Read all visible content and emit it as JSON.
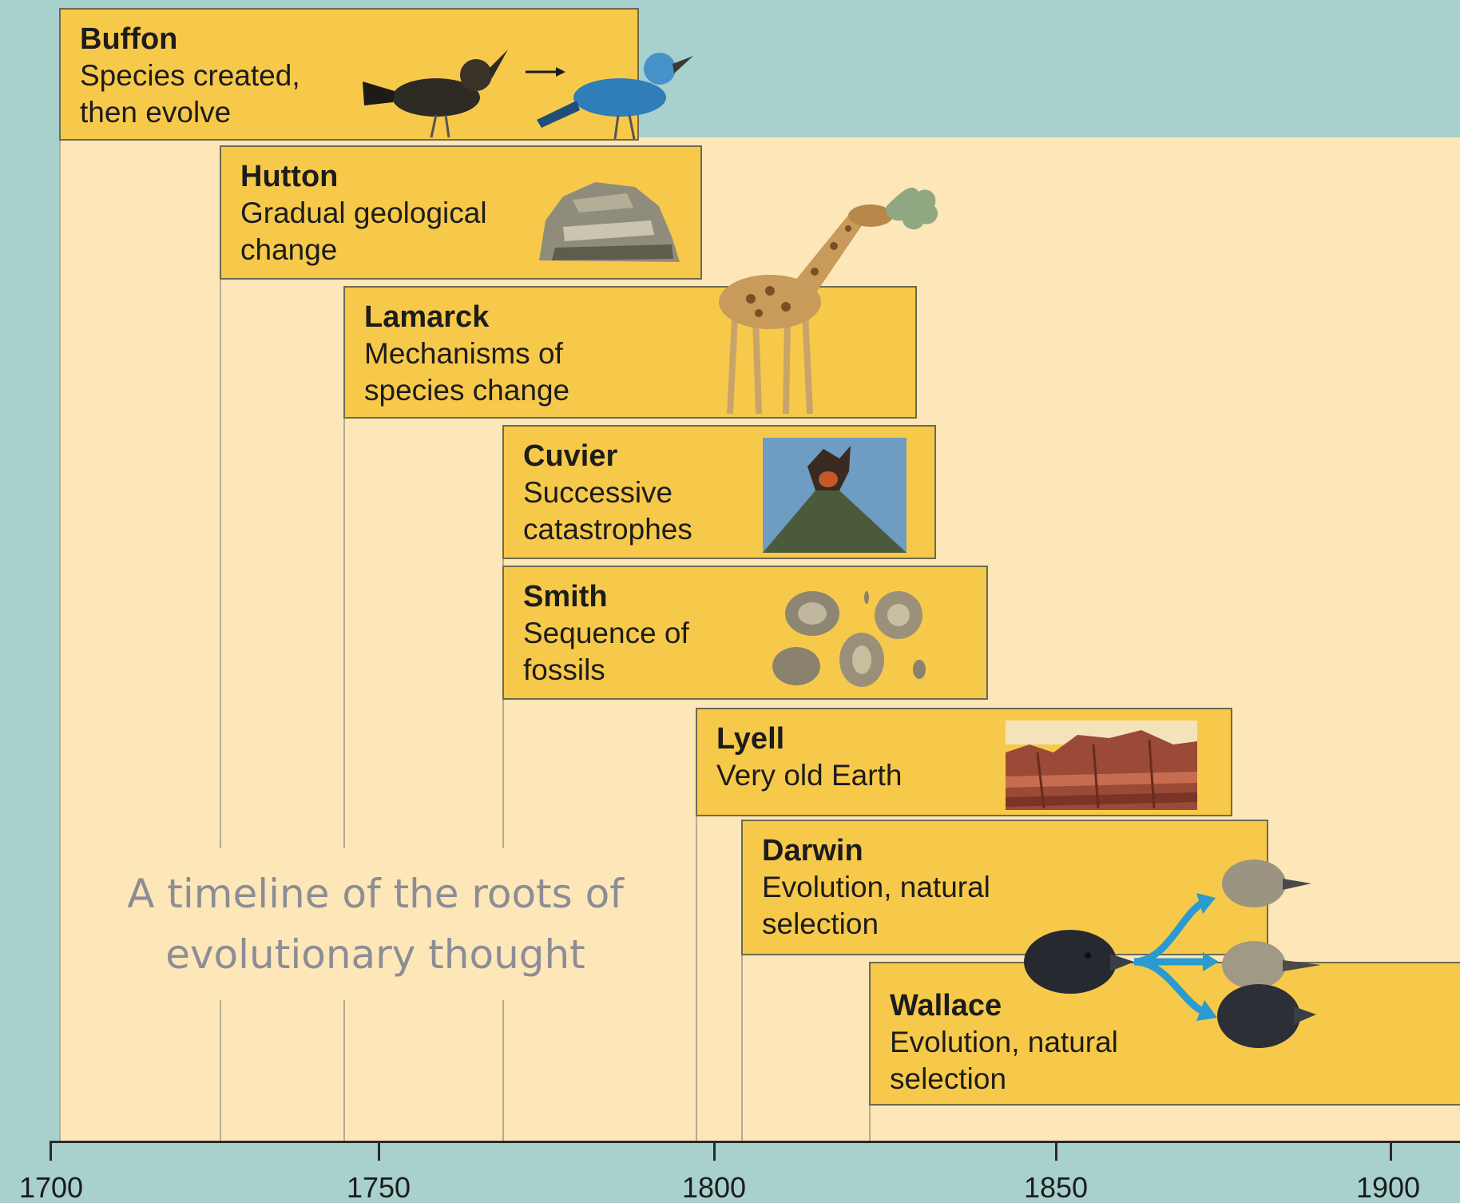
{
  "caption": "A timeline of the roots of evolutionary thought",
  "axis": {
    "ticks": [
      "1700",
      "1750",
      "1800",
      "1850",
      "1900"
    ]
  },
  "entries": [
    {
      "name": "Buffon",
      "description": "Species created, then evolve",
      "illustration": "bird-evolution-icon"
    },
    {
      "name": "Hutton",
      "description": "Gradual geological change",
      "illustration": "rock-icon"
    },
    {
      "name": "Lamarck",
      "description": "Mechanisms of species change",
      "illustration": "giraffe-icon"
    },
    {
      "name": "Cuvier",
      "description": "Successive catastrophes",
      "illustration": "volcano-icon"
    },
    {
      "name": "Smith",
      "description": "Sequence of fossils",
      "illustration": "fossils-icon"
    },
    {
      "name": "Lyell",
      "description": "Very old Earth",
      "illustration": "canyon-icon"
    },
    {
      "name": "Darwin",
      "description": "Evolution, natural selection",
      "illustration": "finches-icon"
    },
    {
      "name": "Wallace",
      "description": "Evolution, natural selection",
      "illustration": "finch-icon"
    }
  ]
}
